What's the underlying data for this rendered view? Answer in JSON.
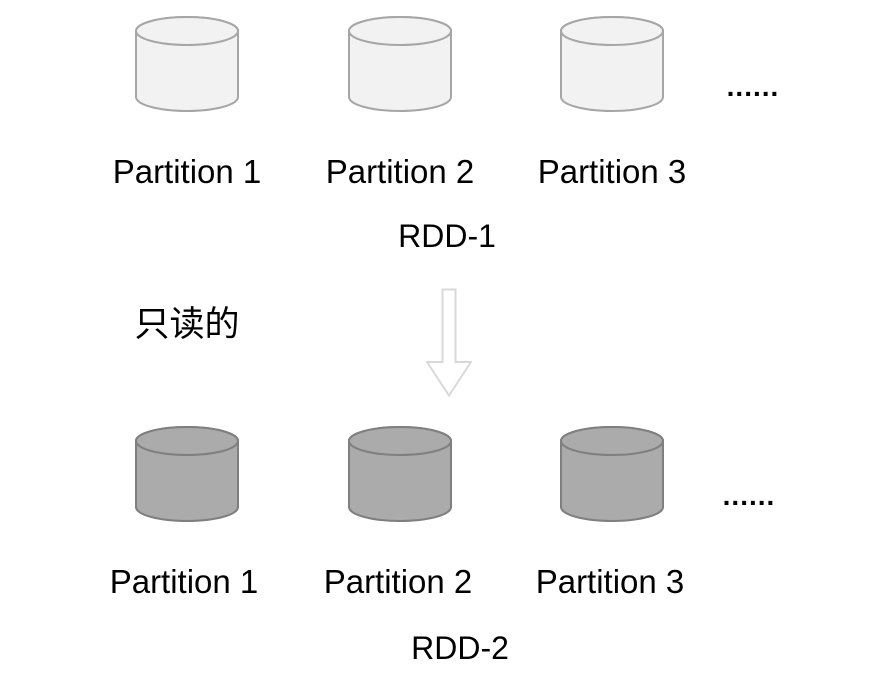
{
  "colors": {
    "background": "#ffffff",
    "text": "#000000",
    "top_cylinder_fill": "#f2f2f2",
    "top_cylinder_stroke": "#a6a6a6",
    "bottom_cylinder_fill": "#ababab",
    "bottom_cylinder_stroke": "#7f7f7f",
    "arrow_fill": "#ffffff",
    "arrow_stroke": "#d9d9d9"
  },
  "rdd1": {
    "label": "RDD-1",
    "partitions": [
      "Partition 1",
      "Partition 2",
      "Partition 3"
    ],
    "ellipsis": "......"
  },
  "rdd2": {
    "label": "RDD-2",
    "partitions": [
      "Partition 1",
      "Partition 2",
      "Partition 3"
    ],
    "ellipsis": "......"
  },
  "transform": {
    "annotation": "只读的"
  }
}
